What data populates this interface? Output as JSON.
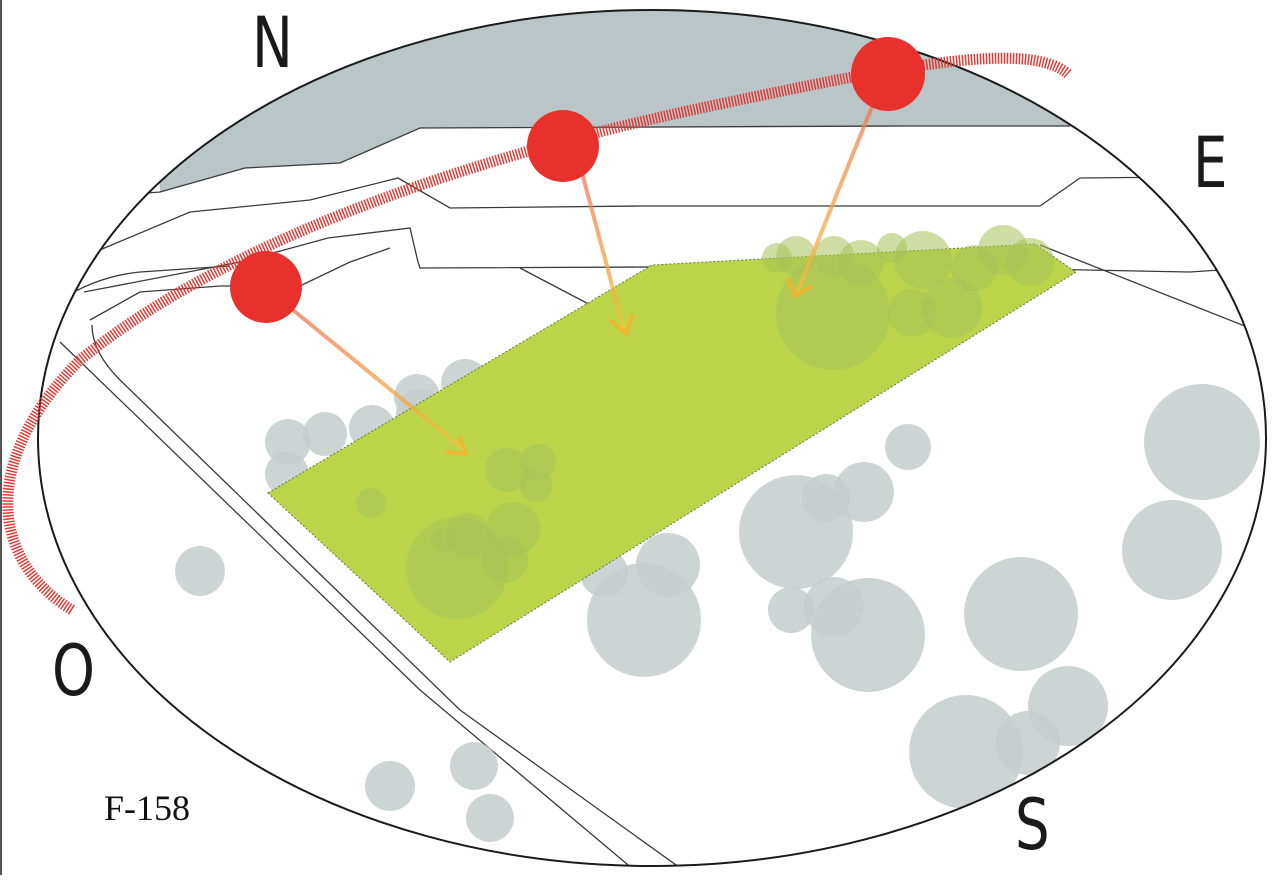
{
  "diagram": {
    "compass": {
      "north": "N",
      "east": "E",
      "west": "O",
      "south": "S"
    },
    "figure_code": "F-158",
    "sun_positions": 3,
    "colors": {
      "sun": "#e8302c",
      "sun_path": "#e23a36",
      "site": "#bcd44a",
      "trees": "#c4cccd",
      "water": "#b9c5c7",
      "arrow": "#f2a640",
      "lines": "#333333"
    },
    "icons": [
      "sun-icon",
      "sun-ray-arrow-icon",
      "tree-canopy-icon"
    ]
  }
}
